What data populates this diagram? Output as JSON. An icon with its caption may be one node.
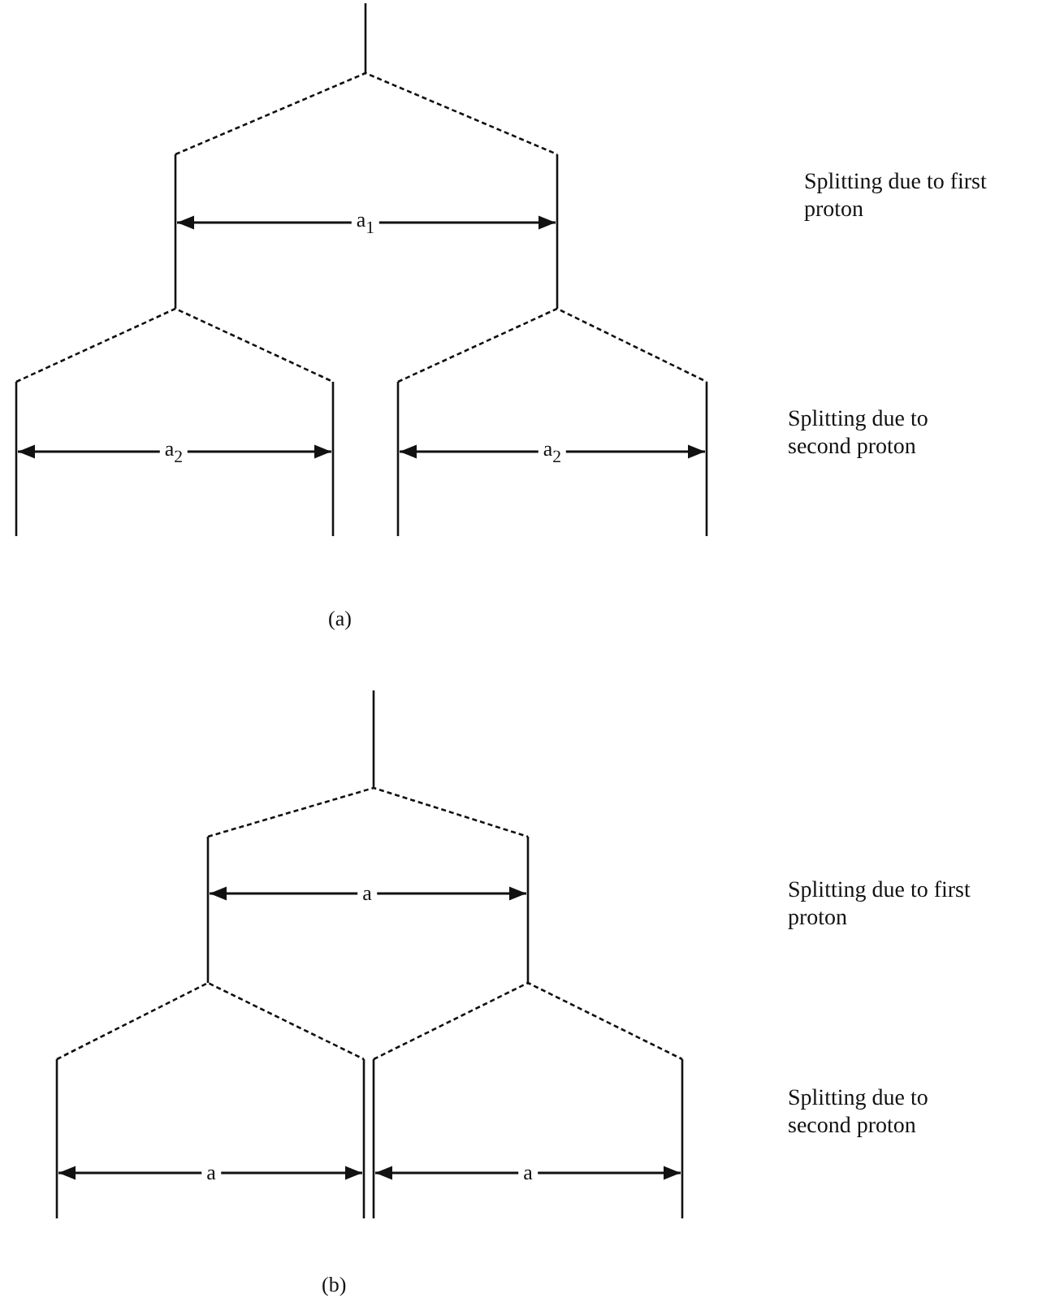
{
  "diagram": {
    "labels": [
      "a$_{1}$",
      "Splitting due to first proton",
      "a$_{2}$",
      "a$_{2}$",
      "Splitting due to second proton",
      "(a)",
      "a",
      "Splitting due to first proton",
      "a",
      "a",
      "Splitting due to second proton",
      "(b)"
    ]
  }
}
